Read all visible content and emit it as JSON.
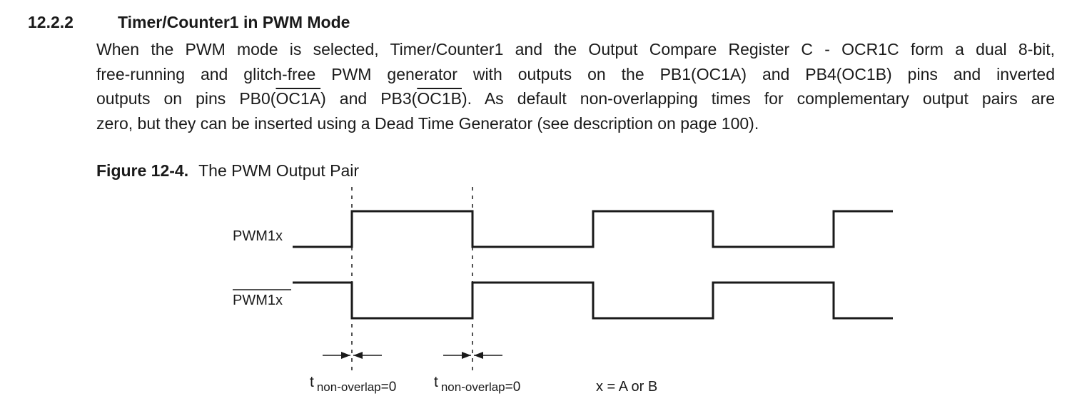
{
  "section": {
    "number": "12.2.2",
    "title": "Timer/Counter1 in PWM Mode"
  },
  "paragraph": {
    "line1": "When the PWM mode is selected, Timer/Counter1 and the Output Compare Register C - OCR1C form a dual 8-bit,",
    "line2": "free-running and glitch-free PWM generator with outputs on the PB1(OC1A) and PB4(OC1B) pins and inverted",
    "line3_a": "outputs on pins PB0(",
    "line3_oc1a": "OC1A",
    "line3_b": ") and PB3(",
    "line3_oc1b": "OC1B",
    "line3_c": "). As default non-overlapping times for complementary output pairs are",
    "line4": "zero, but they can be inserted using a Dead Time Generator (see description on page 100)."
  },
  "figure": {
    "label": "Figure 12-4.",
    "title": "The PWM Output Pair",
    "signal_label": "PWM1x",
    "inverted_signal_label": "PWM1x",
    "t_symbol": "t",
    "t_subscript_1": "non-overlap",
    "t_value_1": "=0",
    "t_subscript_2": "non-overlap",
    "t_value_2": "=0",
    "legend": "x = A or B"
  }
}
